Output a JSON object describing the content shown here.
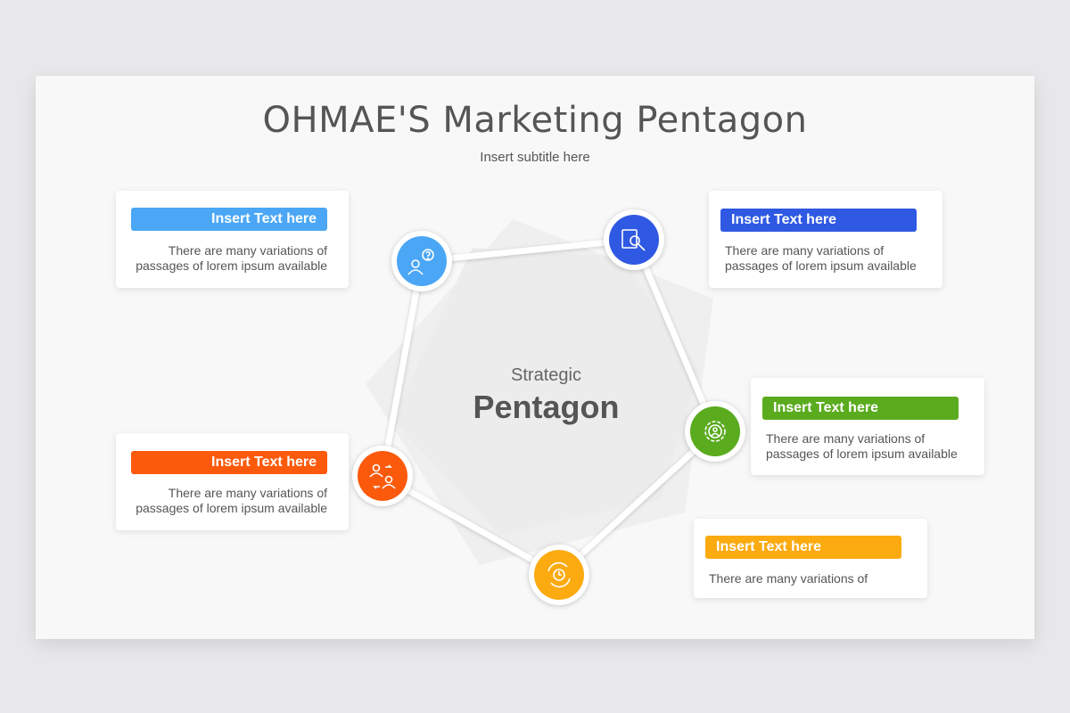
{
  "title": "OHMAE'S Marketing Pentagon",
  "subtitle": "Insert subtitle here",
  "center": {
    "line1": "Strategic",
    "line2": "Pentagon"
  },
  "colors": {
    "light_blue": "#4ba7f5",
    "blue": "#2f59e2",
    "green": "#5aab1e",
    "yellow": "#fbaa10",
    "orange": "#fb5a0c"
  },
  "nodes": [
    {
      "icon": "user-question-icon",
      "color": "#4ba7f5"
    },
    {
      "icon": "document-search-icon",
      "color": "#2f59e2"
    },
    {
      "icon": "gear-user-icon",
      "color": "#5aab1e"
    },
    {
      "icon": "clock-refresh-icon",
      "color": "#fbaa10"
    },
    {
      "icon": "users-exchange-icon",
      "color": "#fb5a0c"
    }
  ],
  "cards": [
    {
      "heading": "Insert Text here",
      "line1": "There are many variations of",
      "line2": "passages of lorem ipsum available",
      "color": "#4ba7f5"
    },
    {
      "heading": "Insert Text here",
      "line1": "There are many variations of",
      "line2": "passages of lorem ipsum available",
      "color": "#2f59e2"
    },
    {
      "heading": "Insert Text here",
      "line1": "There are many variations of",
      "line2": "passages of lorem ipsum available",
      "color": "#5aab1e"
    },
    {
      "heading": "Insert Text here",
      "line1": "There are many variations of",
      "line2": "",
      "color": "#fbaa10"
    },
    {
      "heading": "Insert Text here",
      "line1": "There are many variations of",
      "line2": "passages of lorem ipsum available",
      "color": "#fb5a0c"
    }
  ]
}
